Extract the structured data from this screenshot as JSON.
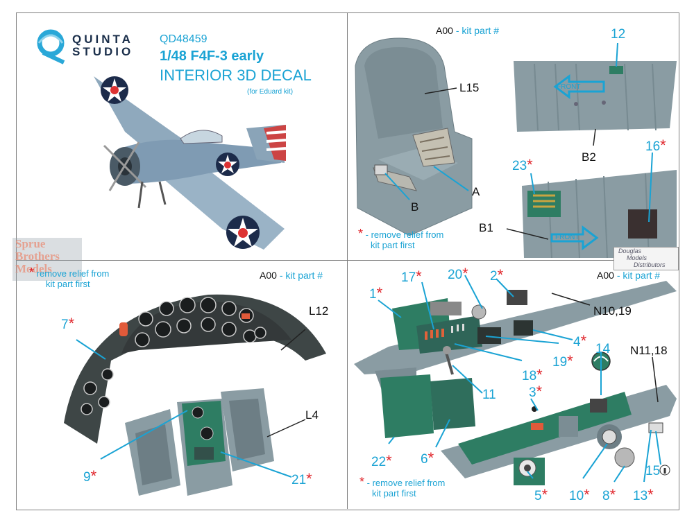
{
  "brand": {
    "line1": "QUINTA",
    "line2": "STUDIO"
  },
  "product": {
    "code": "QD48459",
    "title": "1/48 F4F-3 early",
    "subtitle": "INTERIOR 3D DECAL",
    "note": "(for Eduard kit)"
  },
  "kit_part_label": {
    "code": "A00",
    "text": "- kit part #"
  },
  "remove_note": {
    "star": "*",
    "line1": "- remove relief from",
    "line2": "kit part first"
  },
  "remove_note_bl": {
    "line1": "remove relief from",
    "line2": "kit part first"
  },
  "watermark": {
    "line1": "Sprue",
    "line2": "Brothers",
    "line3": "Models"
  },
  "distributor": {
    "line1": "Douglas",
    "line2": "Models",
    "line3": "Distributors"
  },
  "panel_tr": {
    "parts": [
      "L15",
      "A",
      "B",
      "B2",
      "B1"
    ],
    "numbers": [
      "12",
      "23",
      "16"
    ],
    "front_text": "FRONT"
  },
  "panel_bl": {
    "parts": [
      "L12",
      "L4"
    ],
    "numbers": [
      "7",
      "9",
      "21"
    ]
  },
  "panel_br": {
    "parts": [
      "N10,19",
      "N11,18"
    ],
    "numbers": [
      "1",
      "17",
      "20",
      "2",
      "4",
      "19",
      "18",
      "11",
      "14",
      "3",
      "22",
      "6",
      "5",
      "10",
      "8",
      "13",
      "15"
    ]
  },
  "colors": {
    "accent": "#1aa3d4",
    "star": "#e0262c",
    "resin": "#8a9ca3",
    "decal": "#2e7d63"
  }
}
